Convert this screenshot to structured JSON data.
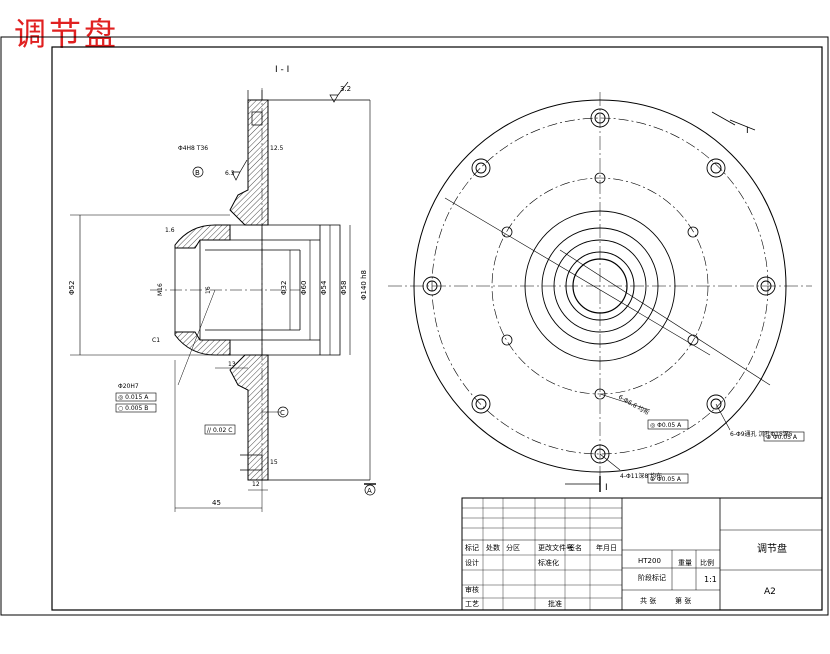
{
  "stamp_title": "调节盘",
  "section": {
    "label": "I - I",
    "roughness_main": "3.2",
    "roughness_small": "6.3",
    "roughness_right": "12.5",
    "dim_flange": "Φ4H8 T36",
    "dim_left_height": "Φ52",
    "dim_bore_a": "Φ32",
    "dim_bore_b": "Φ60",
    "dim_bore_c": "Φ54",
    "dim_bore_d": "Φ58",
    "dim_outer": "Φ140 h8",
    "dim_thread": "M16",
    "dim_small": "16",
    "dim_step": "13",
    "dim_chamfer": "C1",
    "dim_bottom": "15",
    "dim_total": "45",
    "dim_thick": "12",
    "dim_ra": "1.6",
    "datum_b": "B",
    "datum_c": "C",
    "datum_a": "A",
    "tol_frame_1": "// 0.02 C",
    "tol_frame_2": "◎ 0.015 A",
    "tol_frame_3": "○ 0.005 B",
    "callout_hole": "Φ20H7"
  },
  "plan": {
    "label_i": "I",
    "callout_1": "6-Φ6.6 均布",
    "callout_2": "4-Φ11深8 均布",
    "callout_3": "6-Φ9通孔 沉孔Φ15深5",
    "tol_a": "◎ Φ0.05 A",
    "tol_b": "⊕ Φ0.05 A",
    "tol_c": "⊕ Φ0.05 A"
  },
  "title_block": {
    "part_name": "调节盘",
    "scale": "1:1",
    "sheet": "A2",
    "material": "HT200",
    "row_labels": [
      "标记",
      "设计",
      "审核",
      "工艺"
    ],
    "header_cells": [
      "处数",
      "分区",
      "更改文件号",
      "签名",
      "年月日"
    ],
    "mid_cells": [
      "标准化",
      "批准"
    ],
    "weight_labels": [
      "阶段标记",
      "重量",
      "比例"
    ],
    "bottom_labels": [
      "共 张",
      "第 张"
    ]
  }
}
